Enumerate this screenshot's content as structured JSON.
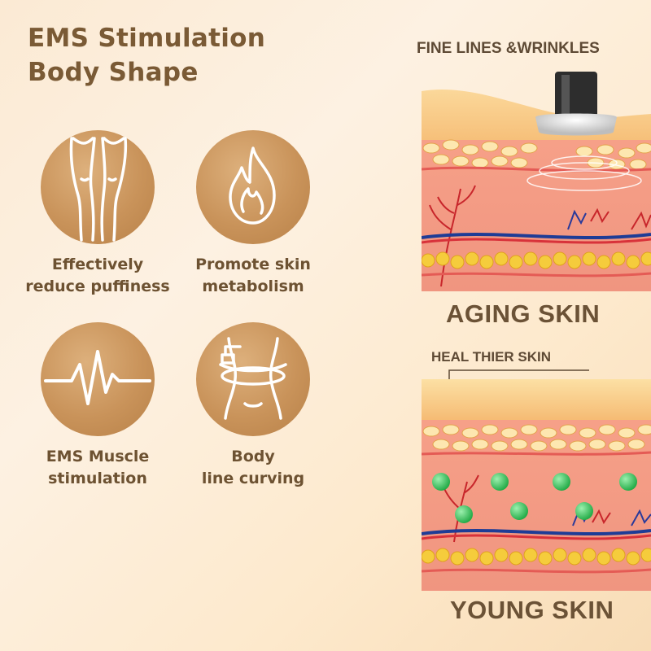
{
  "title": {
    "line1": "EMS Stimulation",
    "line2": "Body Shape"
  },
  "features": [
    {
      "label": "Effectively\nreduce puffiness",
      "icon": "legs-icon"
    },
    {
      "label": "Promote skin\nmetabolism",
      "icon": "flame-icon"
    },
    {
      "label": "EMS Muscle\nstimulation",
      "icon": "pulse-wave-icon"
    },
    {
      "label": "Body\nline curving",
      "icon": "waist-measure-icon"
    }
  ],
  "aging": {
    "header": "FINE LINES &WRINKLES",
    "title": "AGING SKIN"
  },
  "young": {
    "header": "HEAL THIER SKIN",
    "title": "YOUNG SKIN"
  },
  "colors": {
    "title": "#7a5a35",
    "circle": "#c9935a",
    "skin_epidermis": "#f6c47a",
    "skin_dermis": "#f09a86",
    "fat_cells": "#f3c83a",
    "nutrient_dots": "#2ecc55"
  }
}
